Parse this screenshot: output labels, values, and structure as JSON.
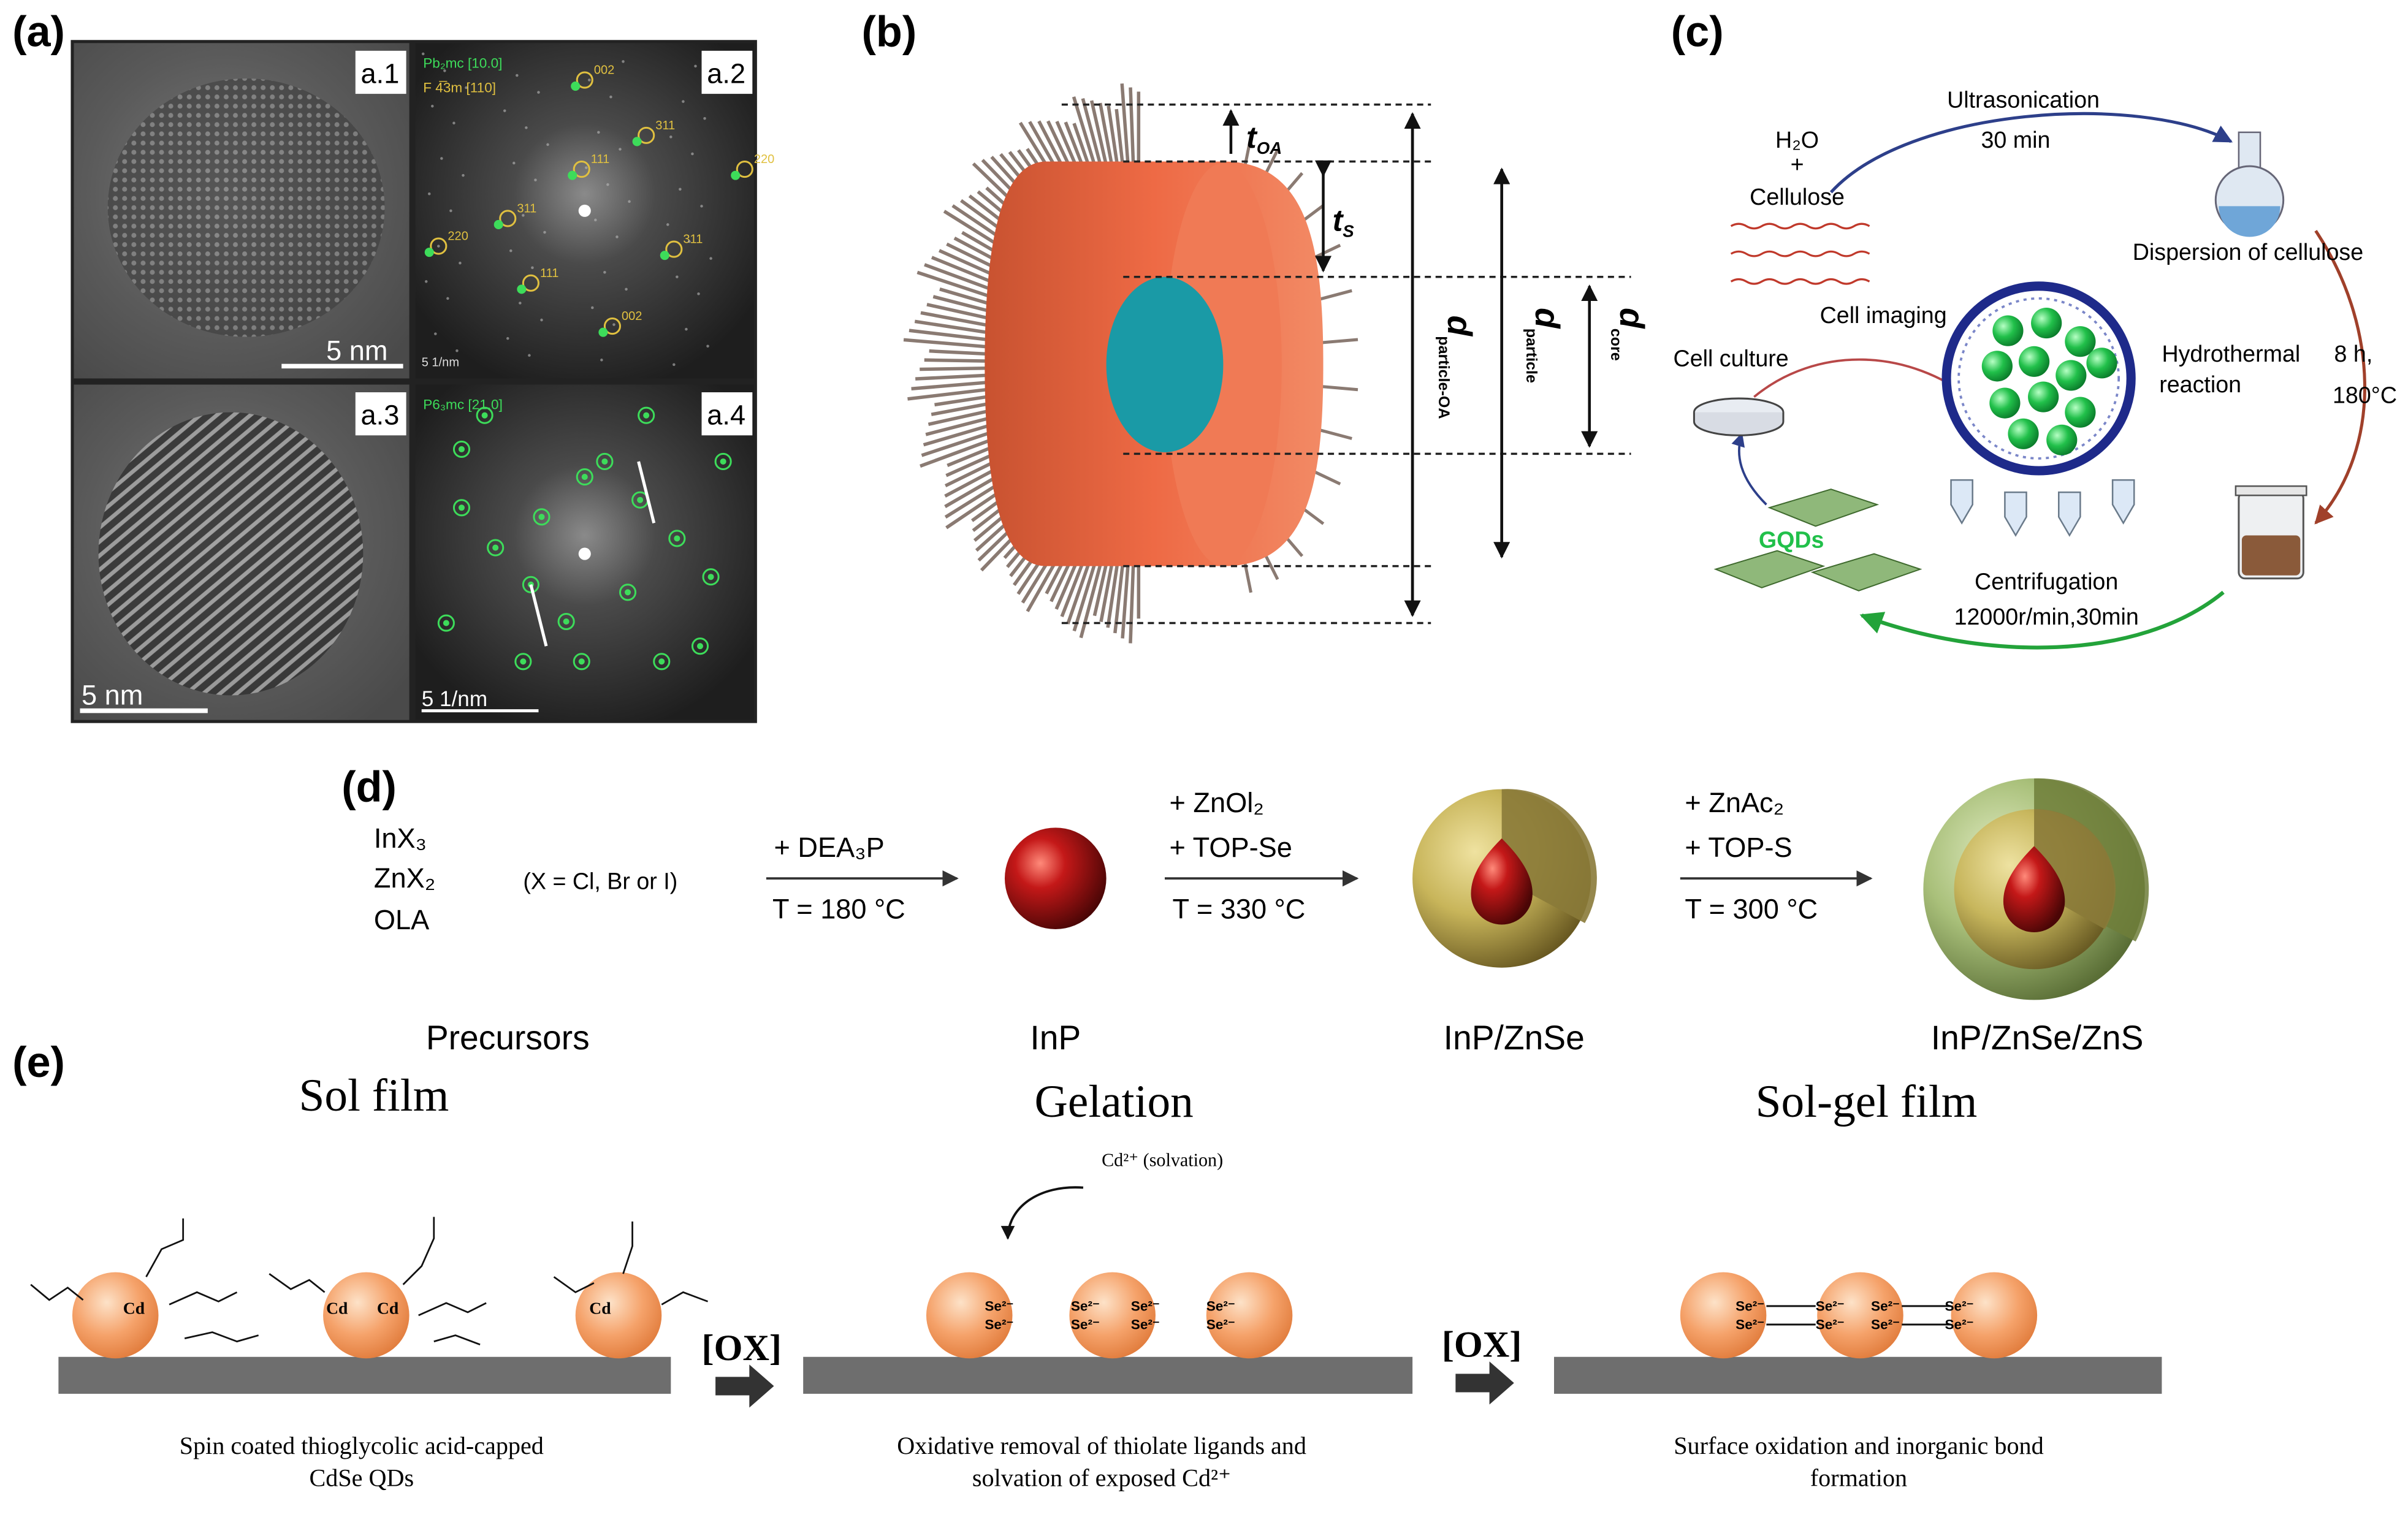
{
  "panels": {
    "a": {
      "label": "(a)",
      "tiles": [
        {
          "tag": "a.1",
          "scale": "5 nm"
        },
        {
          "tag": "a.2",
          "scale": "5 1/nm",
          "phase1": "Pb₂mc [10.0]",
          "phase2": "F 4̅3m [110]",
          "spots": [
            "002",
            "311",
            "111",
            "220",
            "220",
            "311",
            "111",
            "002",
            "311"
          ]
        },
        {
          "tag": "a.3",
          "scale": "5 nm"
        },
        {
          "tag": "a.4",
          "scale": "5 1/nm",
          "phase1": "P6₃mc [21.0]"
        }
      ]
    },
    "b": {
      "label": "(b)",
      "t_oa": {
        "main": "t",
        "sub": "OA"
      },
      "t_s": {
        "main": "t",
        "sub": "S"
      },
      "d_particle_oa": {
        "main": "d",
        "sub": "particle-OA"
      },
      "d_particle": {
        "main": "d",
        "sub": "particle"
      },
      "d_core": {
        "main": "d",
        "sub": "core"
      },
      "colors": {
        "shell": "#ee6a45",
        "core": "#1a9aa6",
        "ligand": "#8a7a72"
      }
    },
    "c": {
      "label": "(c)",
      "h2o": "H₂O",
      "plus": "+",
      "cellulose": "Cellulose",
      "ultrasonication": "Ultrasonication",
      "ultra_time": "30 min",
      "dispersion": "Dispersion of cellulose",
      "hydrothermal_1": "Hydrothermal",
      "hydrothermal_2": "reaction",
      "hydro_time": "8 h,",
      "hydro_temp": "180°C",
      "centrifugation": "Centrifugation",
      "centri_cond": "12000r/min,30min",
      "gqds": "GQDs",
      "cell_culture": "Cell culture",
      "cell_imaging": "Cell imaging",
      "colors": {
        "arrow_top": "#2d3f8a",
        "arrow_right": "#a0402a",
        "arrow_bottom": "#23a33a",
        "arrow_cell": "#b84848",
        "dots": "#21c04a",
        "ring": "#1e2a8a"
      }
    },
    "d": {
      "label": "(d)",
      "precursor_lines": [
        "InX₃",
        "ZnX₂",
        "OLA"
      ],
      "x_note": "(X = Cl, Br or I)",
      "step1": {
        "top": "+ DEA₃P",
        "bottom": "T = 180 °C"
      },
      "step2": {
        "top1": "+ ZnOl₂",
        "top2": "+ TOP-Se",
        "bottom": "T = 330 °C"
      },
      "step3": {
        "top1": "+ ZnAc₂",
        "top2": "+ TOP-S",
        "bottom": "T = 300 °C"
      },
      "names": [
        "Precursors",
        "InP",
        "InP/ZnSe",
        "InP/ZnSe/ZnS"
      ],
      "colors": {
        "inp": "#c01818",
        "znse": "#c8b55a",
        "zns": "#a9c07a"
      }
    },
    "e": {
      "label": "(e)",
      "titles": [
        "Sol film",
        "Gelation",
        "Sol-gel film"
      ],
      "ox": "[OX]",
      "solvation": "Cd²⁺ (solvation)",
      "captions": [
        [
          "Spin coated thioglycolic acid-capped",
          "CdSe QDs"
        ],
        [
          "Oxidative removal of thiolate ligands and",
          "solvation of  exposed Cd²⁺"
        ],
        [
          "Surface oxidation and inorganic bond",
          "formation"
        ]
      ],
      "cd": "Cd",
      "se": "Se²⁻",
      "colors": {
        "qd": "#f5a26a",
        "substrate": "#6e6e6e"
      }
    }
  }
}
